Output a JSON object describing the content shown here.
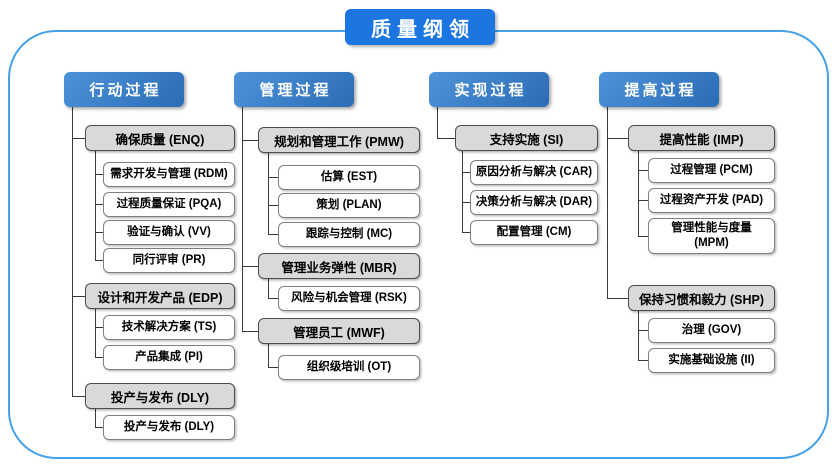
{
  "title": "质量纲领",
  "colors": {
    "title_bg": "#1b76e2",
    "header_bg": "#2e75b6",
    "node_gray_bg": "#d9d9d9",
    "node_white_bg": "#ffffff",
    "frame_border": "#45a2e9",
    "connector": "#3a3a3a"
  },
  "columns": [
    {
      "header": "行动过程",
      "groups": [
        {
          "parent": "确保质量 (ENQ)",
          "children": [
            "需求开发与管理 (RDM)",
            "过程质量保证 (PQA)",
            "验证与确认 (VV)",
            "同行评审 (PR)"
          ]
        },
        {
          "parent": "设计和开发产品 (EDP)",
          "children": [
            "技术解决方案 (TS)",
            "产品集成 (PI)"
          ]
        },
        {
          "parent": "投产与发布 (DLY)",
          "children": [
            "投产与发布 (DLY)"
          ]
        }
      ]
    },
    {
      "header": "管理过程",
      "groups": [
        {
          "parent": "规划和管理工作 (PMW)",
          "children": [
            "估算 (EST)",
            "策划 (PLAN)",
            "跟踪与控制 (MC)"
          ]
        },
        {
          "parent": "管理业务弹性 (MBR)",
          "children": [
            "风险与机会管理 (RSK)"
          ]
        },
        {
          "parent": "管理员工 (MWF)",
          "children": [
            "组织级培训 (OT)"
          ]
        }
      ]
    },
    {
      "header": "实现过程",
      "groups": [
        {
          "parent": "支持实施 (SI)",
          "children": [
            "原因分析与解决 (CAR)",
            "决策分析与解决 (DAR)",
            "配置管理 (CM)"
          ]
        }
      ]
    },
    {
      "header": "提高过程",
      "groups": [
        {
          "parent": "提高性能 (IMP)",
          "children": [
            "过程管理 (PCM)",
            "过程资产开发 (PAD)",
            "管理性能与度量 (MPM)"
          ]
        },
        {
          "parent": "保持习惯和毅力 (SHP)",
          "children": [
            "治理 (GOV)",
            "实施基础设施 (II)"
          ]
        }
      ]
    }
  ]
}
